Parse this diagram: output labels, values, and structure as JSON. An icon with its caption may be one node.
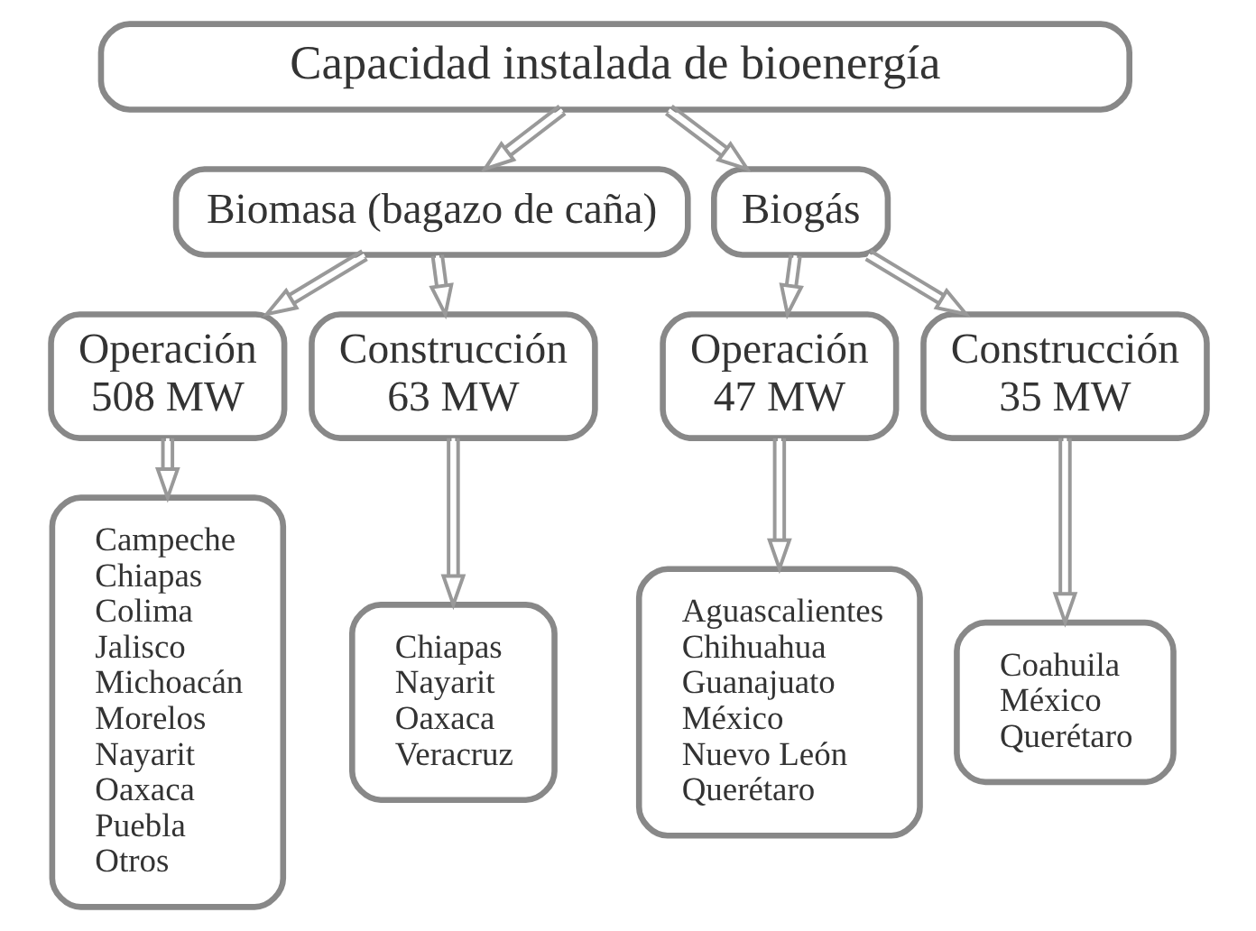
{
  "diagram": {
    "nodes": [
      {
        "text": [
          "Capacidad instalada de bioenergía"
        ]
      },
      {
        "text": [
          "Biomasa (bagazo de caña)"
        ]
      },
      {
        "text": [
          "Biogás"
        ]
      },
      {
        "text": [
          "Operación",
          "508 MW"
        ]
      },
      {
        "text": [
          "Construcción",
          "63 MW"
        ]
      },
      {
        "text": [
          "Operación",
          "47 MW"
        ]
      },
      {
        "text": [
          "Construcción",
          "35 MW"
        ]
      },
      {
        "text": [
          "Campeche",
          "Chiapas",
          "Colima",
          "Jalisco",
          "Michoacán",
          "Morelos",
          "Nayarit",
          "Oaxaca",
          "Puebla",
          "Otros"
        ]
      },
      {
        "text": [
          "Chiapas",
          "Nayarit",
          "Oaxaca",
          "Veracruz"
        ]
      },
      {
        "text": [
          "Aguascalientes",
          "Chihuahua",
          "Guanajuato",
          "México",
          "Nuevo León",
          "Querétaro"
        ]
      },
      {
        "text": [
          "Coahuila",
          "México",
          "Querétaro"
        ]
      }
    ],
    "edges": [
      {
        "from": 0,
        "to": 1,
        "arrow": "to"
      },
      {
        "from": 0,
        "to": 2,
        "arrow": "to"
      },
      {
        "from": 1,
        "to": 3,
        "arrow": "to"
      },
      {
        "from": 1,
        "to": 4,
        "arrow": "to"
      },
      {
        "from": 2,
        "to": 5,
        "arrow": "to"
      },
      {
        "from": 2,
        "to": 6,
        "arrow": "to"
      },
      {
        "from": 3,
        "to": 7,
        "arrow": "to"
      },
      {
        "from": 4,
        "to": 8,
        "arrow": "to"
      },
      {
        "from": 5,
        "to": 9,
        "arrow": "to"
      },
      {
        "from": 6,
        "to": 10,
        "arrow": "to"
      }
    ]
  }
}
